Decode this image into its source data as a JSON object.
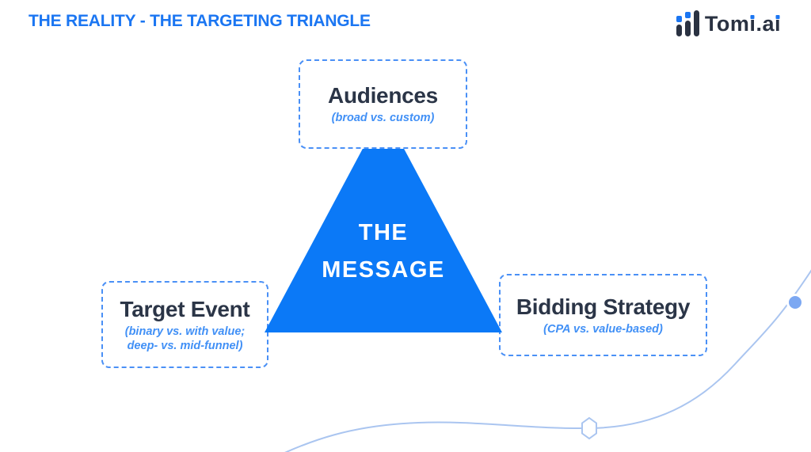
{
  "header": {
    "title": "THE REALITY - THE TARGETING TRIANGLE",
    "logo": {
      "text": "Tomi.ai",
      "segments": {
        "t1": "Tom",
        "i1": "ı",
        "t2": ".",
        "t3": "a",
        "i2": "ı"
      }
    }
  },
  "triangle": {
    "line1": "THE",
    "line2": "MESSAGE"
  },
  "nodes": {
    "audiences": {
      "title": "Audiences",
      "subtitle": "(broad vs. custom)"
    },
    "target_event": {
      "title": "Target Event",
      "subtitle_lines": [
        "(binary vs. with value;",
        "deep- vs. mid-funnel)"
      ]
    },
    "bidding_strategy": {
      "title": "Bidding Strategy",
      "subtitle": "(CPA vs. value-based)"
    }
  },
  "colors": {
    "title_blue": "#1b76f2",
    "triangle_blue": "#0b79f7",
    "dark_text": "#2b3547",
    "logo_text": "#2a3242",
    "subtitle_blue": "#4190f6",
    "dashed_border": "#4a90f6",
    "curve_blue": "#aac5f0",
    "node_fill_blue": "#7ca8f2"
  }
}
